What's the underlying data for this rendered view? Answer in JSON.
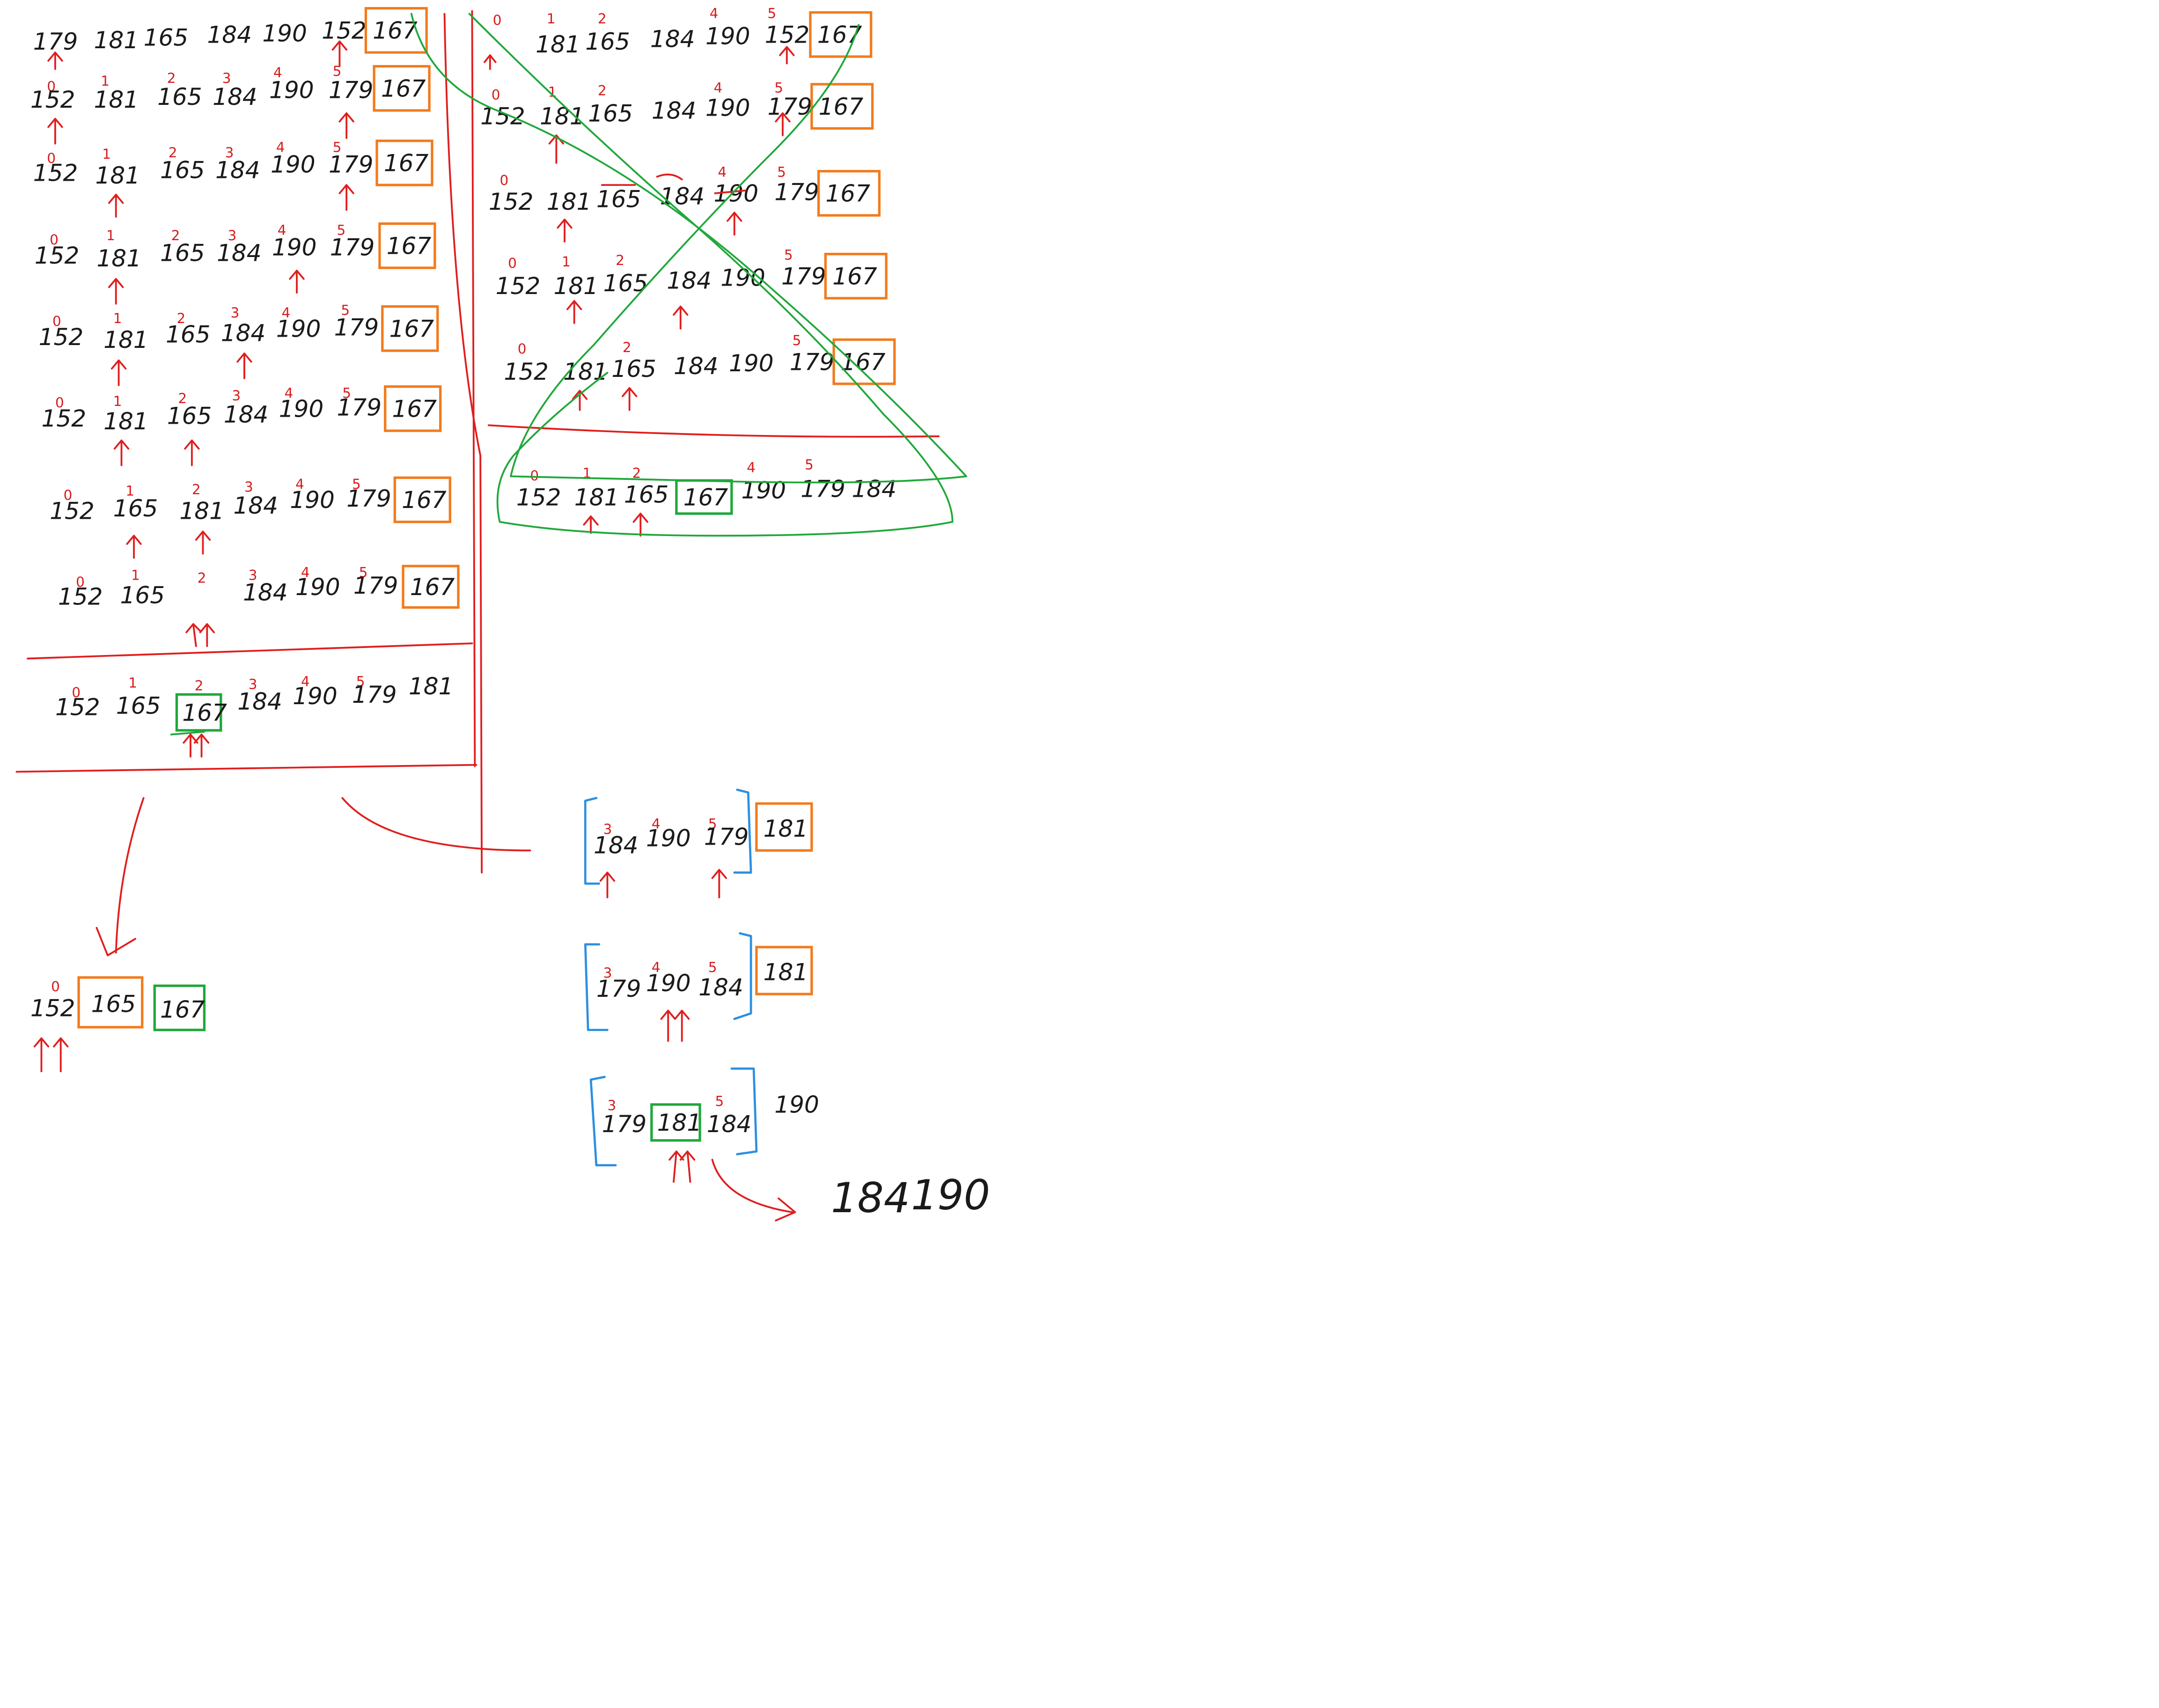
{
  "colors": {
    "ink": "#1a1a1a",
    "pointer_red": "#e01e1e",
    "pivot_orange": "#f27b1d",
    "placed_green": "#1fa83a",
    "partition_blue": "#2d8fe0"
  },
  "left_trace": {
    "rows": [
      {
        "values": [
          "179",
          "181",
          "165",
          "184",
          "190",
          "152"
        ],
        "pivot": "167"
      },
      {
        "values": [
          "152",
          "181",
          "165",
          "184",
          "190",
          "179"
        ],
        "pivot": "167"
      },
      {
        "values": [
          "152",
          "181",
          "165",
          "184",
          "190",
          "179"
        ],
        "pivot": "167"
      },
      {
        "values": [
          "152",
          "181",
          "165",
          "184",
          "190",
          "179"
        ],
        "pivot": "167"
      },
      {
        "values": [
          "152",
          "181",
          "165",
          "184",
          "190",
          "179"
        ],
        "pivot": "167"
      },
      {
        "values": [
          "152",
          "181",
          "165",
          "184",
          "190",
          "179"
        ],
        "pivot": "167"
      },
      {
        "values": [
          "152",
          "165",
          "181",
          "184",
          "190",
          "179"
        ],
        "pivot": "167"
      },
      {
        "values": [
          "152",
          "165",
          "",
          "184",
          "190",
          "179"
        ],
        "pivot": "167"
      }
    ],
    "result": {
      "values": [
        "152",
        "165",
        "167",
        "184",
        "190",
        "179",
        "181"
      ],
      "placed": "167"
    }
  },
  "right_trace": {
    "rows": [
      {
        "values": [
          "",
          "181",
          "165",
          "184",
          "190",
          "152"
        ],
        "pivot": "167"
      },
      {
        "values": [
          "152",
          "181",
          "165",
          "184",
          "190",
          "179"
        ],
        "pivot": "167"
      },
      {
        "values": [
          "152",
          "181",
          "165",
          "184",
          "190",
          "179"
        ],
        "pivot": "167"
      },
      {
        "values": [
          "152",
          "181",
          "165",
          "184",
          "190",
          "179"
        ],
        "pivot": "167"
      },
      {
        "values": [
          "152",
          "181",
          "165",
          "184",
          "190",
          "179"
        ],
        "pivot": "167"
      }
    ],
    "result": {
      "values": [
        "152",
        "181",
        "165",
        "167",
        "190",
        "179",
        "184"
      ],
      "placed": "167"
    }
  },
  "left_subarray": {
    "values": [
      "152",
      "165"
    ],
    "pivot": "165",
    "placed": "167"
  },
  "right_subarray": {
    "rows": [
      {
        "values": [
          "184",
          "190",
          "179"
        ],
        "pivot": "181"
      },
      {
        "values": [
          "179",
          "190",
          "184"
        ],
        "pivot": "181"
      },
      {
        "values": [
          "179",
          "181",
          "184"
        ],
        "extra": "190"
      }
    ],
    "final": {
      "values": [
        "184",
        "190"
      ]
    }
  },
  "index_marks": [
    "0",
    "1",
    "2",
    "3",
    "4",
    "5"
  ]
}
